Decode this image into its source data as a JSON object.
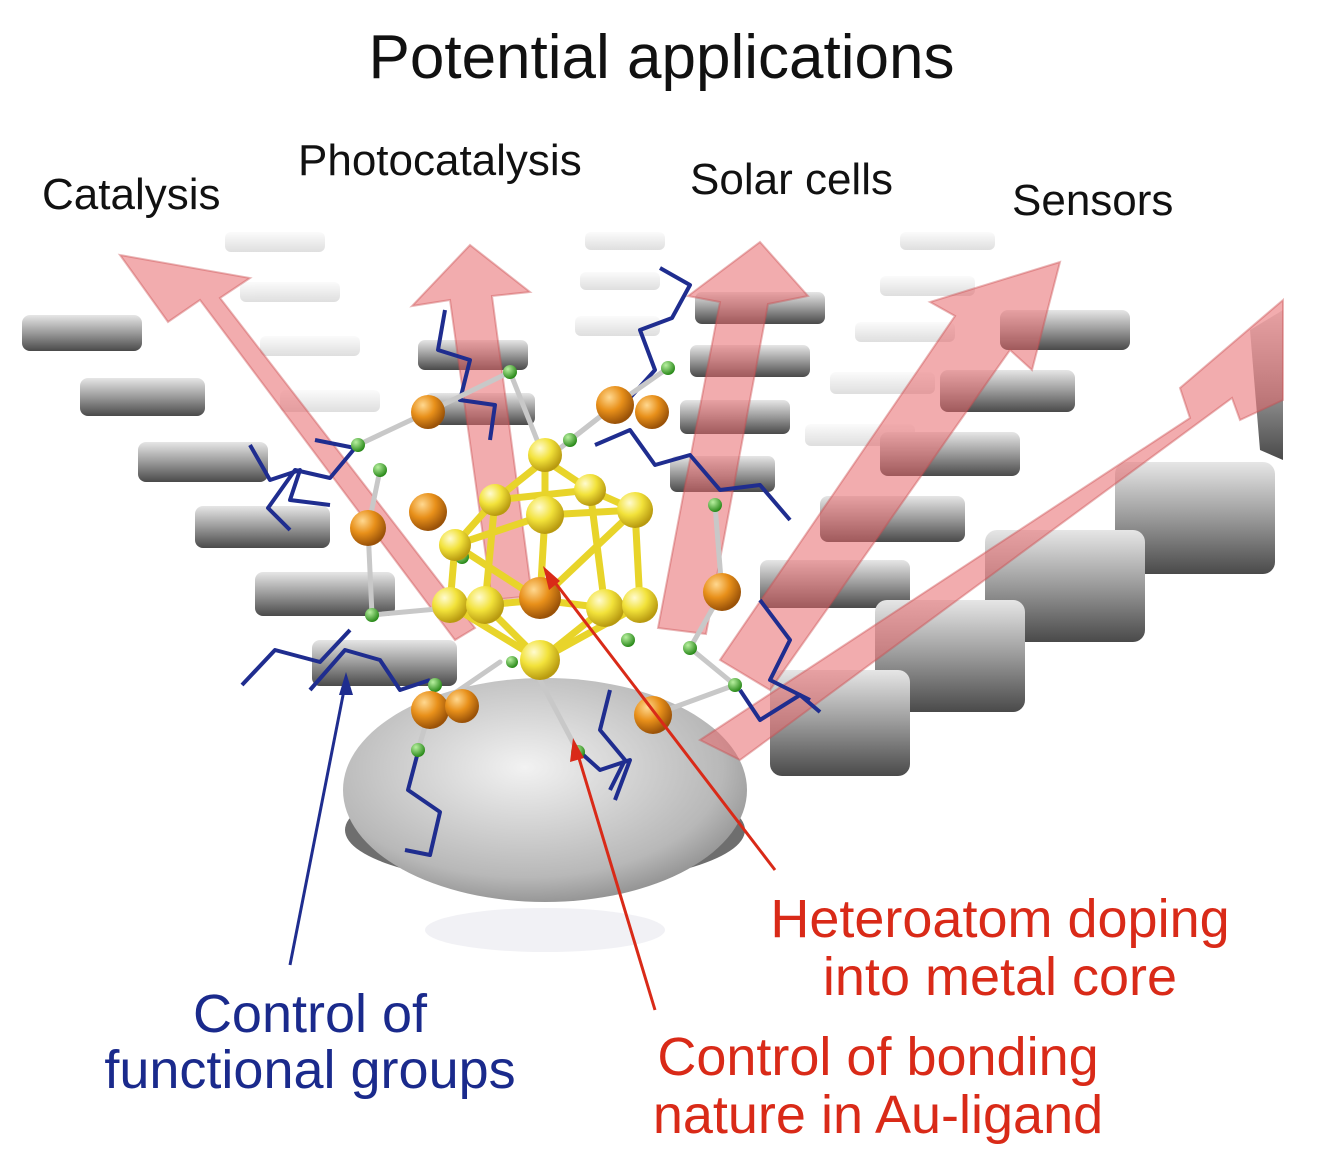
{
  "title": "Potential applications",
  "applications": [
    "Catalysis",
    "Photocatalysis",
    "Solar cells",
    "Sensors"
  ],
  "annotations": {
    "functional_groups": [
      "Control of",
      "functional groups"
    ],
    "bonding": [
      "Control of bonding",
      "nature in Au-ligand"
    ],
    "doping": [
      "Heteroatom doping",
      "into metal core"
    ]
  },
  "colors": {
    "arrow": "#e8676b",
    "step": "#8a8a8a",
    "gold_atom": "#f2e23a",
    "sulfur_atom": "#e8901a",
    "ligand_bond": "#1f2d8f",
    "small_atom": "#3aa02a",
    "blue_annotation": "#1a2a8c",
    "red_annotation": "#d92a18"
  }
}
